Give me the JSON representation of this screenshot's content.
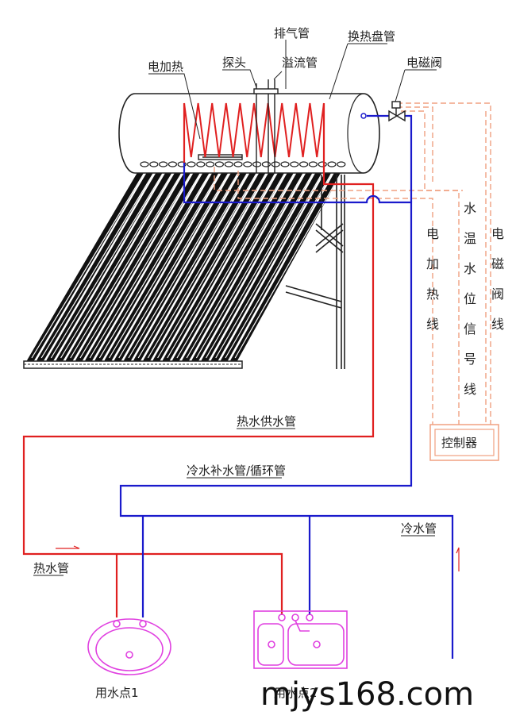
{
  "labels": {
    "exhaust_pipe": "排气管",
    "heat_exchange_coil": "换热盘管",
    "electric_heater": "电加热",
    "probe": "探头",
    "overflow_pipe": "溢流管",
    "solenoid_valve": "电磁阀",
    "hot_supply_pipe": "热水供水管",
    "cold_makeup_pipe": "冷水补水管/循环管",
    "cold_pipe": "冷水管",
    "hot_pipe": "热水管",
    "controller": "控制器",
    "point1": "用水点1",
    "point2": "用水点2"
  },
  "vertical_labels": {
    "heater_line": [
      "电",
      "加",
      "热",
      "线"
    ],
    "sensor_line": [
      "水",
      "温",
      "水",
      "位",
      "信",
      "号",
      "线"
    ],
    "valve_line": [
      "电",
      "磁",
      "阀",
      "线"
    ]
  },
  "watermark": "mjys168.com",
  "colors": {
    "hot": "#e02020",
    "cold": "#1a1acc",
    "signal": "#f0a080",
    "fixture": "#e040e0",
    "coil": "#e02020",
    "drawing": "#222222"
  }
}
